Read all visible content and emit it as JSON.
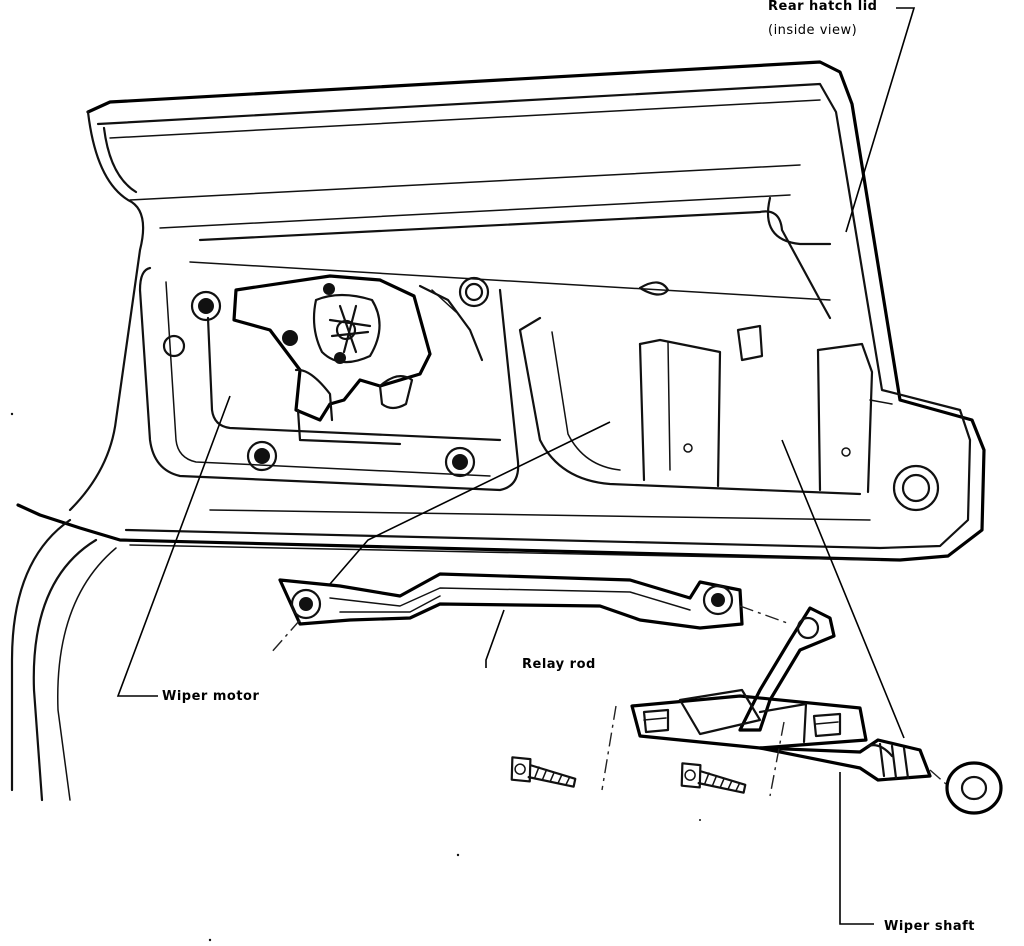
{
  "labels": {
    "rear_hatch_lid": "Rear hatch lid",
    "inside_view": "(inside view)",
    "relay_rod": "Relay rod",
    "wiper_motor": "Wiper motor",
    "wiper_shaft": "Wiper shaft"
  }
}
